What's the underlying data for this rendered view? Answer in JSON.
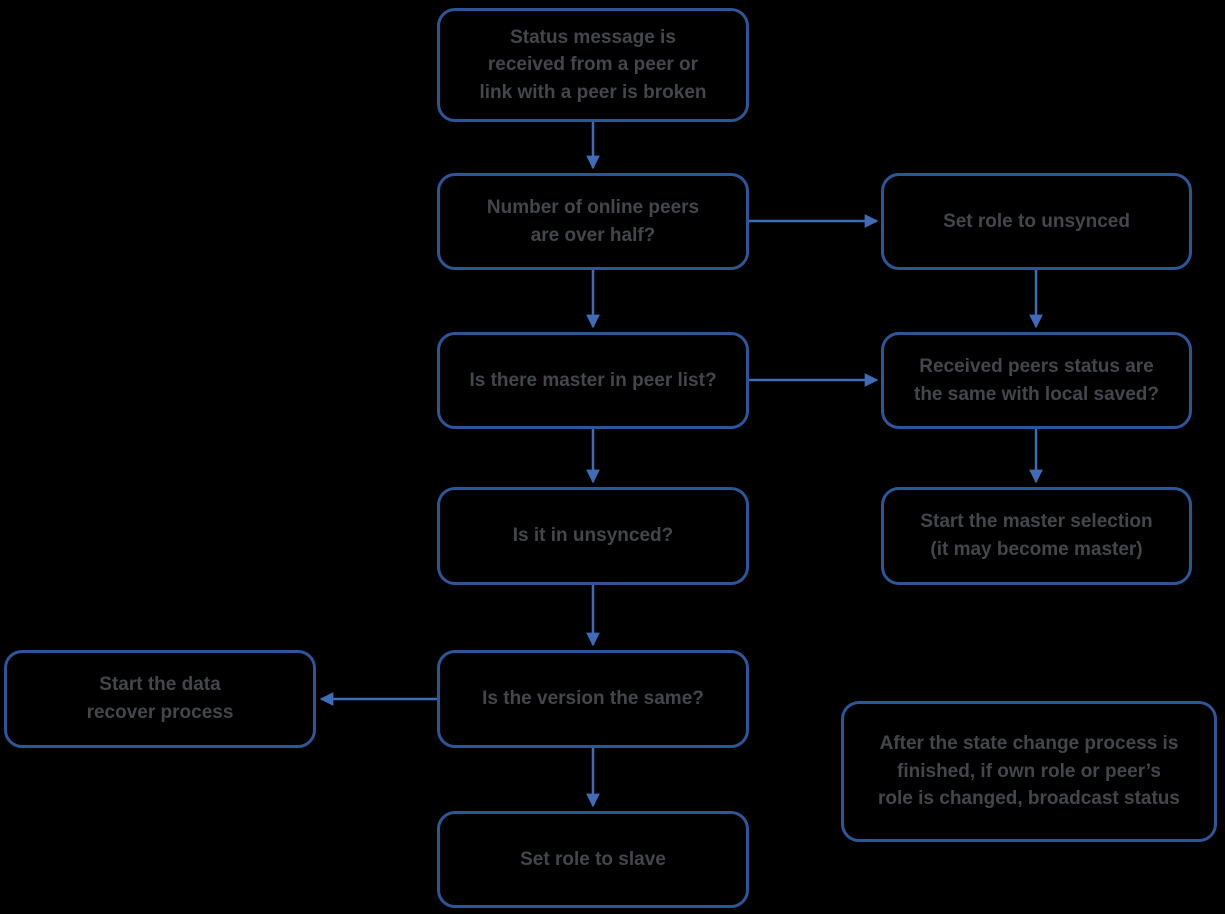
{
  "diagram": {
    "colors": {
      "background": "#000000",
      "box_border": "#2d5699",
      "arrow": "#3e6cb8",
      "text": "#43464b"
    },
    "nodes": {
      "status_message": {
        "label": "Status message is\nreceived from a peer or\nlink with a peer is broken"
      },
      "online_peers": {
        "label": "Number of online peers\nare over half?"
      },
      "set_role_unsynced": {
        "label": "Set role to unsynced"
      },
      "master_in_peer_list": {
        "label": "Is there master in peer list?"
      },
      "received_status_same": {
        "label": "Received peers status are\nthe same with local saved?"
      },
      "is_in_unsynced": {
        "label": "Is it in unsynced?"
      },
      "master_selection": {
        "label": "Start the master selection\n(it may become master)"
      },
      "version_same": {
        "label": "Is the version the same?"
      },
      "data_recover": {
        "label": "Start the data\nrecover process"
      },
      "set_role_slave": {
        "label": "Set role to slave"
      },
      "broadcast_note": {
        "label": "After the state change process is\nfinished, if own role or peer’s\nrole is changed, broadcast status"
      }
    }
  }
}
